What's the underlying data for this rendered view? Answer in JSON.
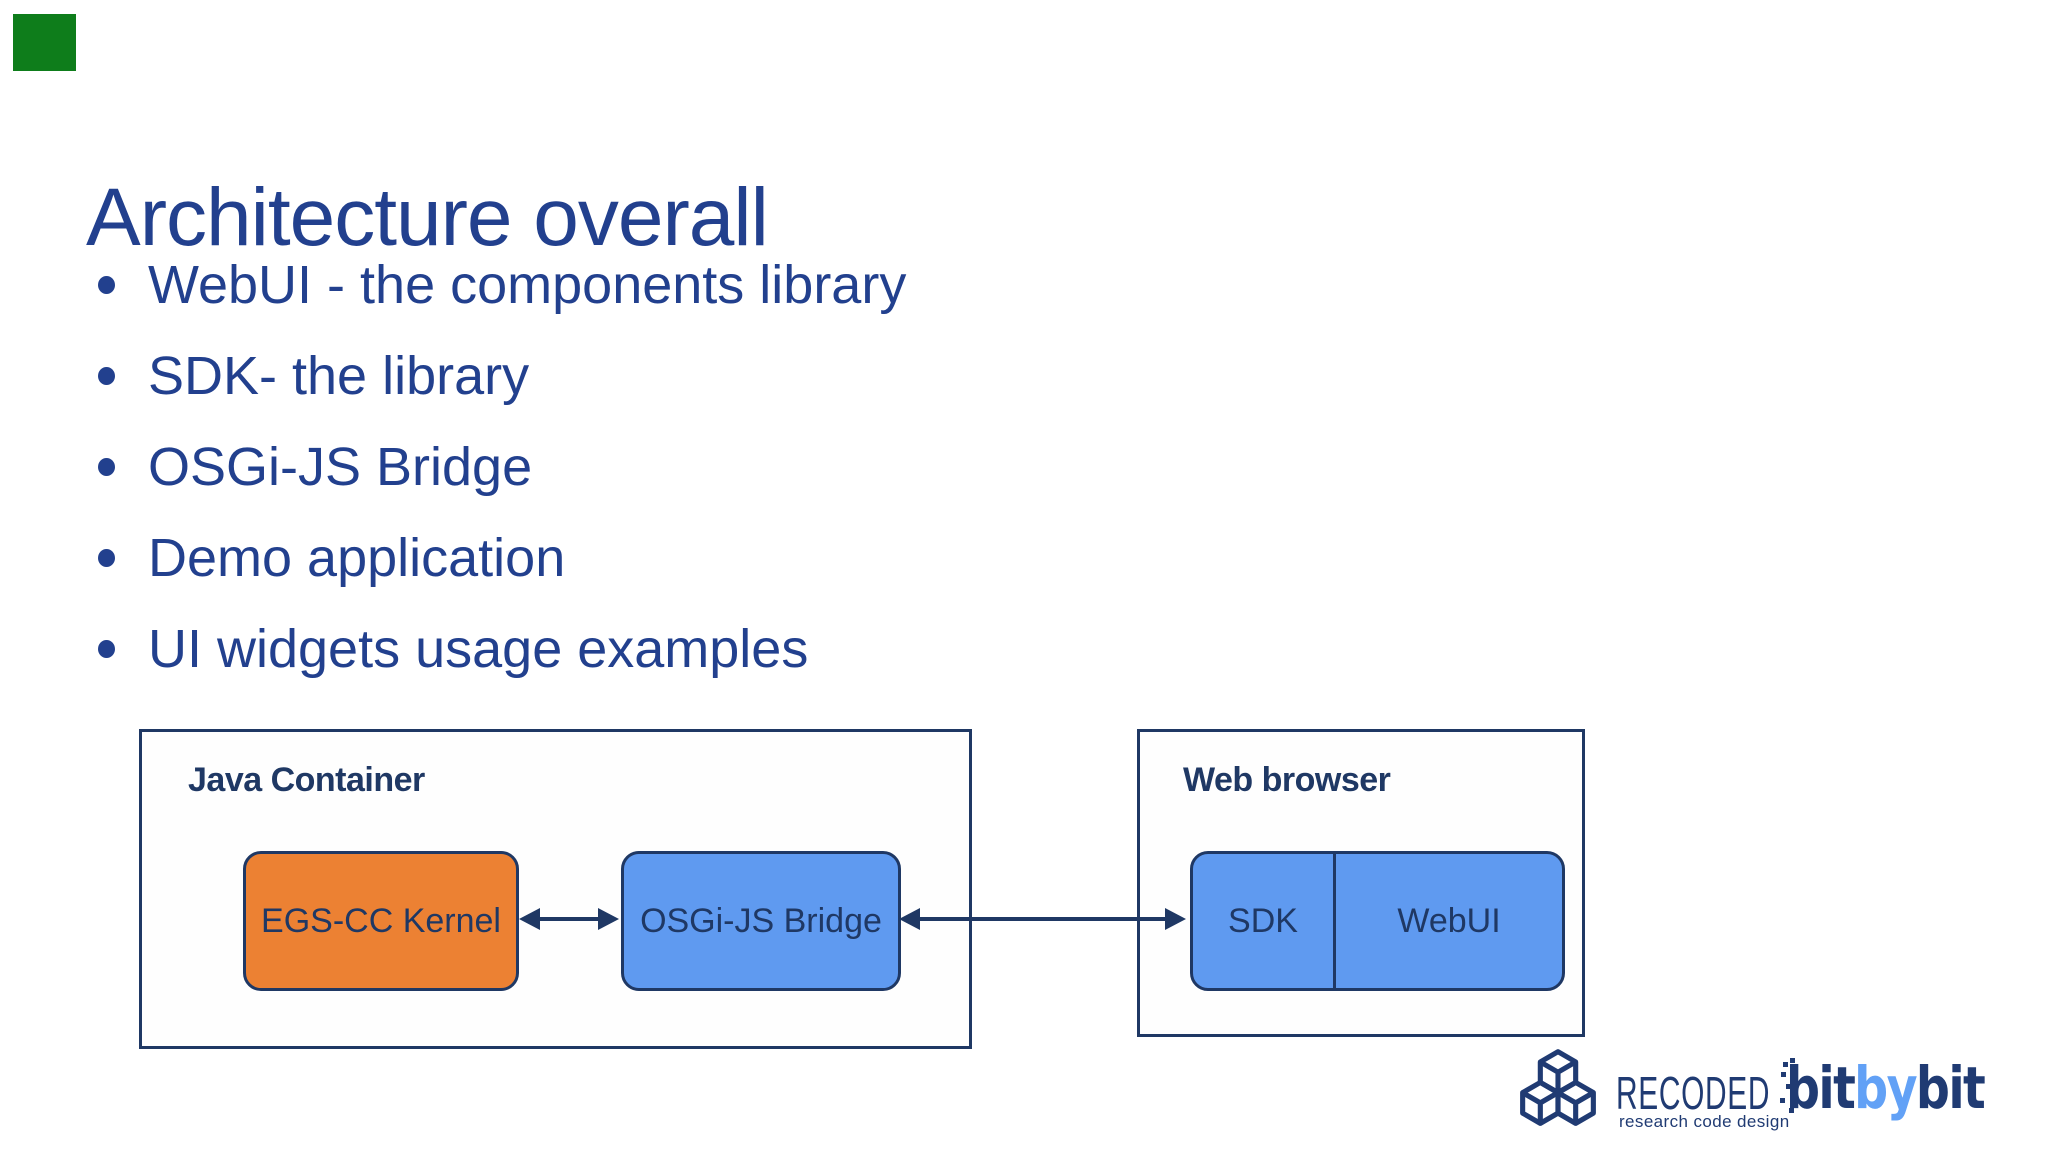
{
  "colors": {
    "navy": "#1f3864",
    "title-blue": "#22408e",
    "orange": "#ec8133",
    "blue": "#5f9af0",
    "logo-navy": "#203b73",
    "logo-blue": "#62a1f6",
    "green": "#0e7d1b"
  },
  "slide": {
    "title": "Architecture overall",
    "bullets": [
      "WebUI - the components library",
      "SDK- the library",
      "OSGi-JS Bridge",
      "Demo application",
      "UI widgets usage examples"
    ]
  },
  "diagram": {
    "containers": [
      {
        "label": "Java Container",
        "nodes": [
          {
            "label": "EGS-CC Kernel",
            "fill": "#ec8133"
          },
          {
            "label": "OSGi-JS Bridge",
            "fill": "#5f9af0"
          }
        ]
      },
      {
        "label": "Web browser",
        "nodes": [
          {
            "label": "SDK",
            "fill": "#5f9af0"
          },
          {
            "label": "WebUI",
            "fill": "#5f9af0"
          }
        ]
      }
    ]
  },
  "footer": {
    "recoded_wordmark": "RECODED",
    "recoded_tagline": "research code design",
    "bitbybit": {
      "bit1": "bit",
      "by": "by",
      "bit2": "bit"
    }
  }
}
